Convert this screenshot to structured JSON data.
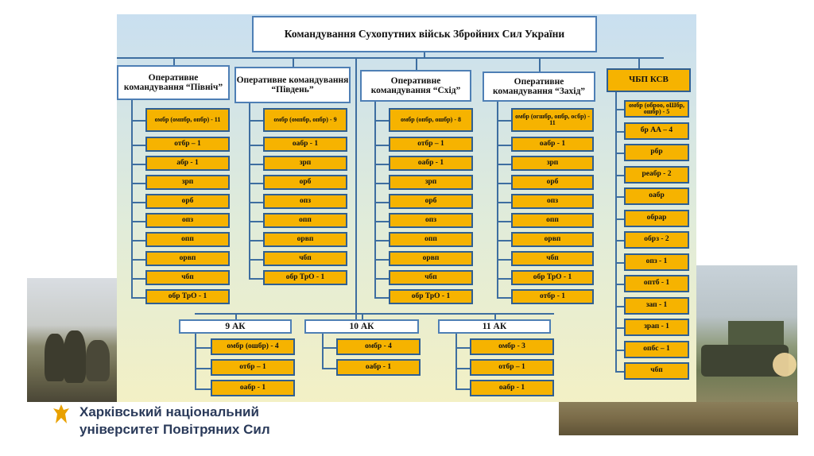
{
  "colors": {
    "unit_fill": "#f6b300",
    "unit_border": "#2f5f92",
    "line": "#3e6ea0",
    "header_border": "#4e7fb5",
    "footer_text": "#2a3a5a",
    "emblem": "#e9a100"
  },
  "root": "Командування Сухопутних військ Збройних Сил України",
  "commands": [
    {
      "title": "Оперативне командування “Північ”",
      "units": [
        "омбр (омпбр, опбр) - 11",
        "отбр – 1",
        "абр - 1",
        "зрп",
        "орб",
        "опз",
        "опп",
        "орвп",
        "чбп",
        "обр ТрО - 1"
      ]
    },
    {
      "title": "Оперативне командування “Південь”",
      "units": [
        "омбр (омпбр, опбр) - 9",
        "оабр - 1",
        "зрп",
        "орб",
        "опз",
        "опп",
        "орвп",
        "чбп",
        "обр ТрО - 1"
      ]
    },
    {
      "title": "Оперативне командування “Схід”",
      "units": [
        "омбр (опбр, ошбр) - 8",
        "отбр – 1",
        "оабр - 1",
        "зрп",
        "орб",
        "опз",
        "опп",
        "орвп",
        "чбп",
        "обр ТрО - 1"
      ]
    },
    {
      "title": "Оперативне командування “Захід”",
      "units": [
        "омбр (огшбр, опбр, осбр) - 11",
        "оабр - 1",
        "зрп",
        "орб",
        "опз",
        "опп",
        "орвп",
        "чбп",
        "обр ТрО - 1",
        "отбр - 1"
      ]
    }
  ],
  "csv": {
    "title": "ЧБП КСВ",
    "units": [
      "омбр (оброо, оШбр, ошбр) - 5",
      "бр АА – 4",
      "рбр",
      "реабр - 2",
      "оабр",
      "обрар",
      "обрз - 2",
      "опз - 1",
      "оптб - 1",
      "зап - 1",
      "зрап - 1",
      "опбс – 1",
      "чбп"
    ]
  },
  "corps": [
    {
      "title": "9 АК",
      "units": [
        "омбр (ошбр) - 4",
        "отбр – 1",
        "оабр - 1"
      ]
    },
    {
      "title": "10 АК",
      "units": [
        "омбр - 4",
        "оабр - 1"
      ]
    },
    {
      "title": "11 АК",
      "units": [
        "омбр - 3",
        "отбр – 1",
        "оабр - 1"
      ]
    }
  ],
  "footer": {
    "line1": "Харківський національний",
    "line2": "університет Повітряних Сил",
    "emblem_icon": "university-emblem-icon"
  }
}
